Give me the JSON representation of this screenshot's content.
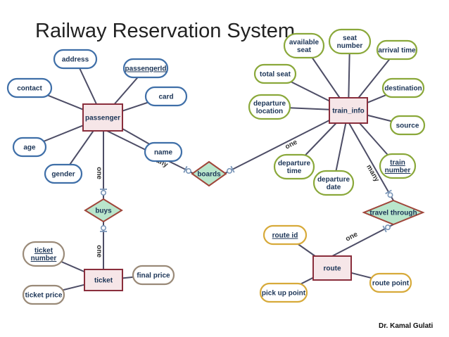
{
  "title": "Railway Reservation System",
  "credit": "Dr. Kamal Gulati",
  "colors": {
    "line": "#4d4d66",
    "entity_fill": "#f6e6e8",
    "entity_stroke": "#8a2e3c",
    "relation_fill": "#b9e6cc",
    "relation_stroke": "#a0453a",
    "passenger_attr": "#3f6fa8",
    "train_attr": "#8aa83a",
    "ticket_attr": "#9a8a78",
    "route_attr": "#d7aa3a",
    "text": "#1c3557"
  },
  "entities": [
    {
      "id": "passenger",
      "label": "passenger"
    },
    {
      "id": "train_info",
      "label": "train_info"
    },
    {
      "id": "ticket",
      "label": "ticket"
    },
    {
      "id": "route",
      "label": "route"
    }
  ],
  "relationships": [
    {
      "id": "boards",
      "label": "boards"
    },
    {
      "id": "buys",
      "label": "buys"
    },
    {
      "id": "travel_through",
      "label": "travel through"
    }
  ],
  "attributes": [
    {
      "id": "address",
      "lines": [
        "address"
      ],
      "of": "passenger",
      "group": "passenger_attr"
    },
    {
      "id": "passengerId",
      "lines": [
        "passengerId"
      ],
      "of": "passenger",
      "group": "passenger_attr",
      "key": true
    },
    {
      "id": "contact",
      "lines": [
        "contact"
      ],
      "of": "passenger",
      "group": "passenger_attr"
    },
    {
      "id": "card",
      "lines": [
        "card"
      ],
      "of": "passenger",
      "group": "passenger_attr"
    },
    {
      "id": "age",
      "lines": [
        "age"
      ],
      "of": "passenger",
      "group": "passenger_attr"
    },
    {
      "id": "name",
      "lines": [
        "name"
      ],
      "of": "passenger",
      "group": "passenger_attr"
    },
    {
      "id": "gender",
      "lines": [
        "gender"
      ],
      "of": "passenger",
      "group": "passenger_attr"
    },
    {
      "id": "available_seat",
      "lines": [
        "available",
        "seat"
      ],
      "of": "train_info",
      "group": "train_attr"
    },
    {
      "id": "seat_number",
      "lines": [
        "seat",
        "number"
      ],
      "of": "train_info",
      "group": "train_attr"
    },
    {
      "id": "arrival_time",
      "lines": [
        "arrival time"
      ],
      "of": "train_info",
      "group": "train_attr"
    },
    {
      "id": "total_seat",
      "lines": [
        "total seat"
      ],
      "of": "train_info",
      "group": "train_attr"
    },
    {
      "id": "destination",
      "lines": [
        "destination"
      ],
      "of": "train_info",
      "group": "train_attr"
    },
    {
      "id": "departure_location",
      "lines": [
        "departure",
        "location"
      ],
      "of": "train_info",
      "group": "train_attr"
    },
    {
      "id": "source",
      "lines": [
        "source"
      ],
      "of": "train_info",
      "group": "train_attr"
    },
    {
      "id": "departure_time",
      "lines": [
        "departure",
        "time"
      ],
      "of": "train_info",
      "group": "train_attr"
    },
    {
      "id": "departure_date",
      "lines": [
        "departure",
        "date"
      ],
      "of": "train_info",
      "group": "train_attr"
    },
    {
      "id": "train_number",
      "lines": [
        "train",
        "number"
      ],
      "of": "train_info",
      "group": "train_attr",
      "key": true
    },
    {
      "id": "ticket_number",
      "lines": [
        "ticket",
        "number"
      ],
      "of": "ticket",
      "group": "ticket_attr",
      "key": true
    },
    {
      "id": "ticket_price",
      "lines": [
        "ticket price"
      ],
      "of": "ticket",
      "group": "ticket_attr"
    },
    {
      "id": "final_price",
      "lines": [
        "final price"
      ],
      "of": "ticket",
      "group": "ticket_attr"
    },
    {
      "id": "route_id",
      "lines": [
        "route id"
      ],
      "of": "route",
      "group": "route_attr",
      "key": true
    },
    {
      "id": "route_point",
      "lines": [
        "route point"
      ],
      "of": "route",
      "group": "route_attr"
    },
    {
      "id": "pick_up_point",
      "lines": [
        "pick up point"
      ],
      "of": "route",
      "group": "route_attr"
    }
  ],
  "links": [
    {
      "from": "passenger",
      "to": "boards",
      "label": "many"
    },
    {
      "from": "boards",
      "to": "train_info",
      "label": "one"
    },
    {
      "from": "passenger",
      "to": "buys",
      "label": "one"
    },
    {
      "from": "buys",
      "to": "ticket",
      "label": "one"
    },
    {
      "from": "train_info",
      "to": "travel_through",
      "label": "many"
    },
    {
      "from": "travel_through",
      "to": "route",
      "label": "one"
    }
  ]
}
